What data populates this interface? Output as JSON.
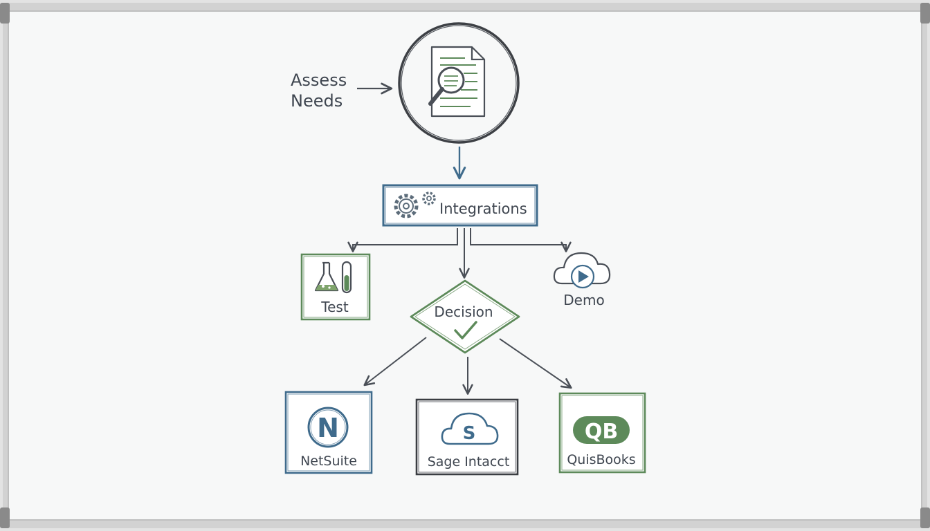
{
  "diagram": {
    "assess_label_line1": "Assess",
    "assess_label_line2": "Needs",
    "integrations_label": "Integrations",
    "test_label": "Test",
    "demo_label": "Demo",
    "decision_label": "Decision",
    "netsuite_label": "NetSuite",
    "netsuite_logo_letter": "N",
    "sage_label": "Sage Intacct",
    "sage_logo_letter": "S",
    "quickbooks_label": "QuisBooks",
    "quickbooks_logo_text": "QB"
  },
  "colors": {
    "board_background": "#f7f8f8",
    "frame": "#c9c9c9",
    "frame_corner": "#8a8a8a",
    "ink": "#4a4f57",
    "blue": "#3f6b8c",
    "green": "#5d8a5a",
    "dark": "#3a3d42"
  }
}
